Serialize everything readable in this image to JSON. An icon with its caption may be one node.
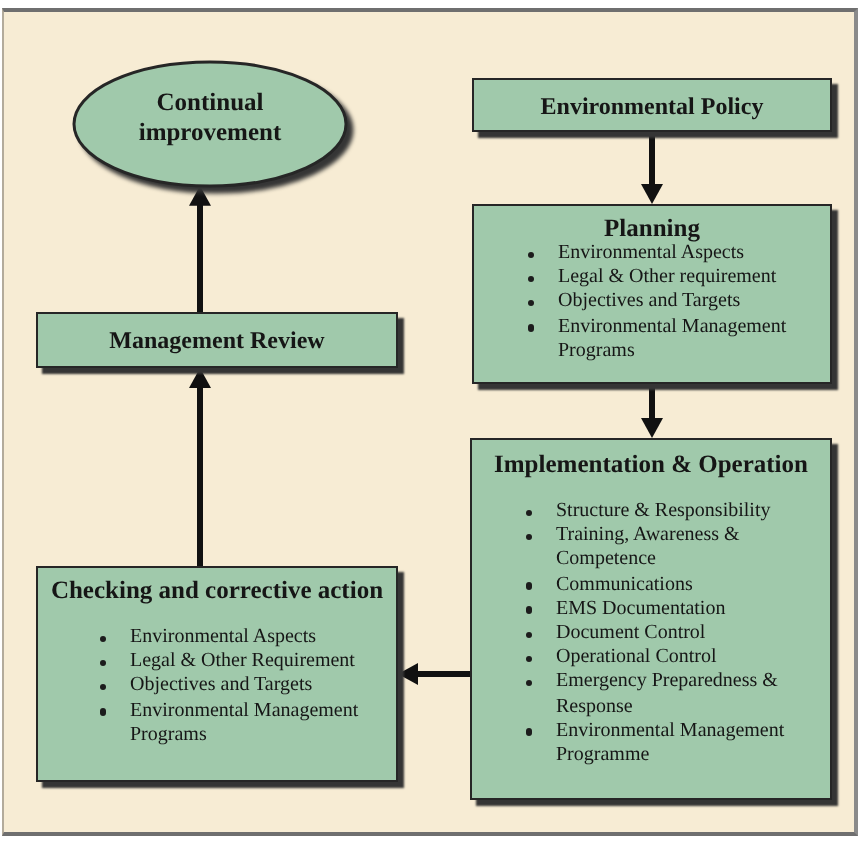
{
  "diagram": {
    "nodes": [
      {
        "text": [
          "Continual improvement"
        ]
      },
      {
        "text": [
          "Environmental Policy"
        ]
      },
      {
        "text": [
          "Planning",
          "Environmental Aspects",
          "Legal & Other requirement",
          "Objectives and Targets",
          "Environmental Management Programs"
        ]
      },
      {
        "text": [
          "Management Review"
        ]
      },
      {
        "text": [
          "Implementation & Operation",
          "Structure & Responsibility",
          "Training, Awareness & Competence",
          "Communications",
          "EMS Documentation",
          "Document Control",
          "Operational Control",
          "Emergency Preparedness & Response",
          "Environmental Management Programme"
        ]
      },
      {
        "text": [
          "Checking and corrective action",
          "Environmental Aspects",
          "Legal & Other Requirement",
          "Objectives and Targets",
          "Environmental Management Programs"
        ]
      }
    ],
    "edges": [
      {
        "from": 1,
        "to": 2,
        "arrow": "to"
      },
      {
        "from": 2,
        "to": 4,
        "arrow": "to"
      },
      {
        "from": 4,
        "to": 5,
        "arrow": "to"
      },
      {
        "from": 5,
        "to": 3,
        "arrow": "to"
      },
      {
        "from": 3,
        "to": 0,
        "arrow": "to"
      }
    ]
  }
}
